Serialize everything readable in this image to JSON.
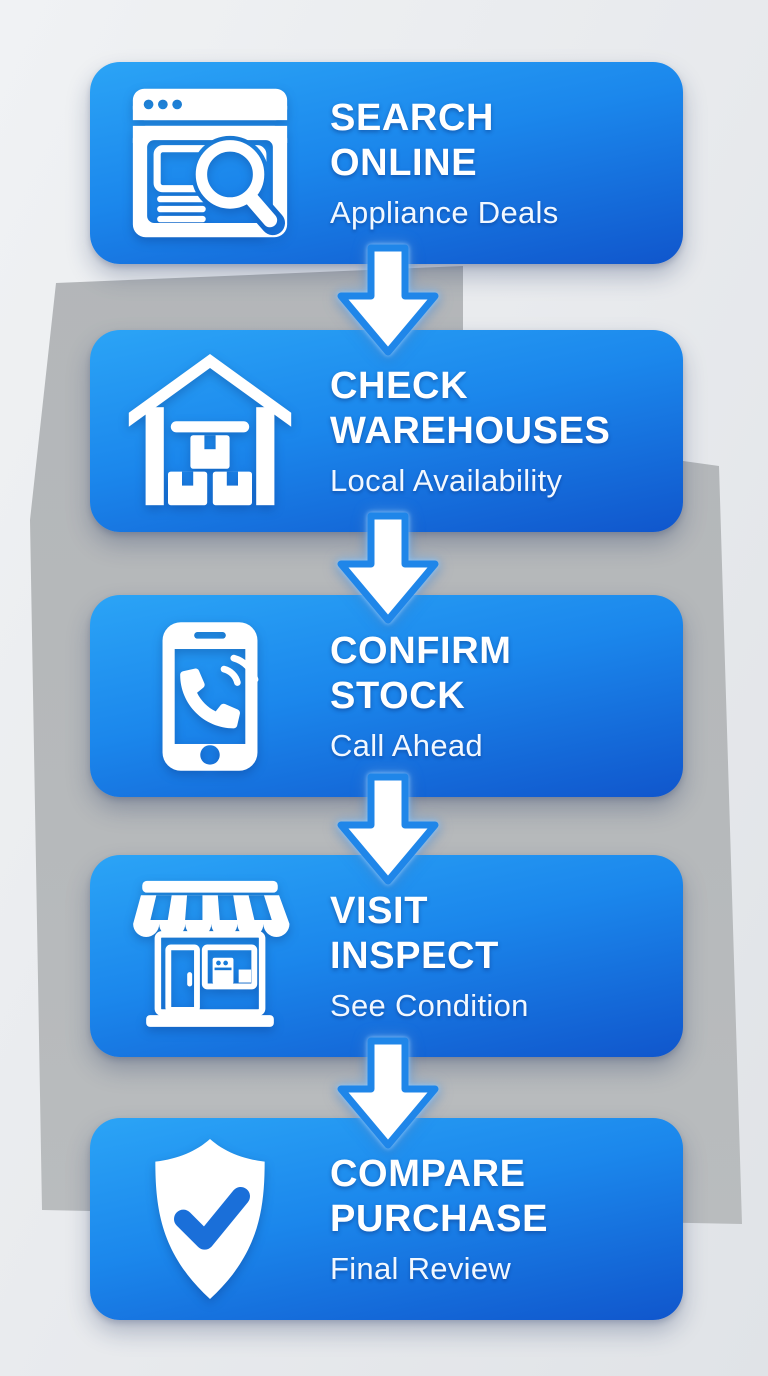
{
  "page": {
    "type": "flowchart-infographic",
    "background_color": "#e9ebee",
    "backdrop_shape_color": "#b5b8bb"
  },
  "colors": {
    "card_gradient_top": "#2ba4f6",
    "card_gradient_bottom": "#1056cc",
    "arrow_fill": "#ffffff",
    "arrow_stroke": "#1f86e9",
    "icon_color": "#ffffff",
    "check_mark": "#1a6fd9",
    "title_text": "#ffffff",
    "subtitle_text": "#f2f8ff"
  },
  "steps": [
    {
      "title1": "SEARCH",
      "title2": "ONLINE",
      "subtitle": "Appliance Deals",
      "icon": "browser-search-icon"
    },
    {
      "title1": "CHECK",
      "title2": "WAREHOUSES",
      "subtitle": "Local Availability",
      "icon": "warehouse-icon"
    },
    {
      "title1": "CONFIRM",
      "title2": "STOCK",
      "subtitle": "Call Ahead",
      "icon": "phone-call-icon"
    },
    {
      "title1": "VISIT",
      "title2": "INSPECT",
      "subtitle": "See Condition",
      "icon": "storefront-icon"
    },
    {
      "title1": "COMPARE",
      "title2": "PURCHASE",
      "subtitle": "Final Review",
      "icon": "shield-check-icon"
    }
  ]
}
